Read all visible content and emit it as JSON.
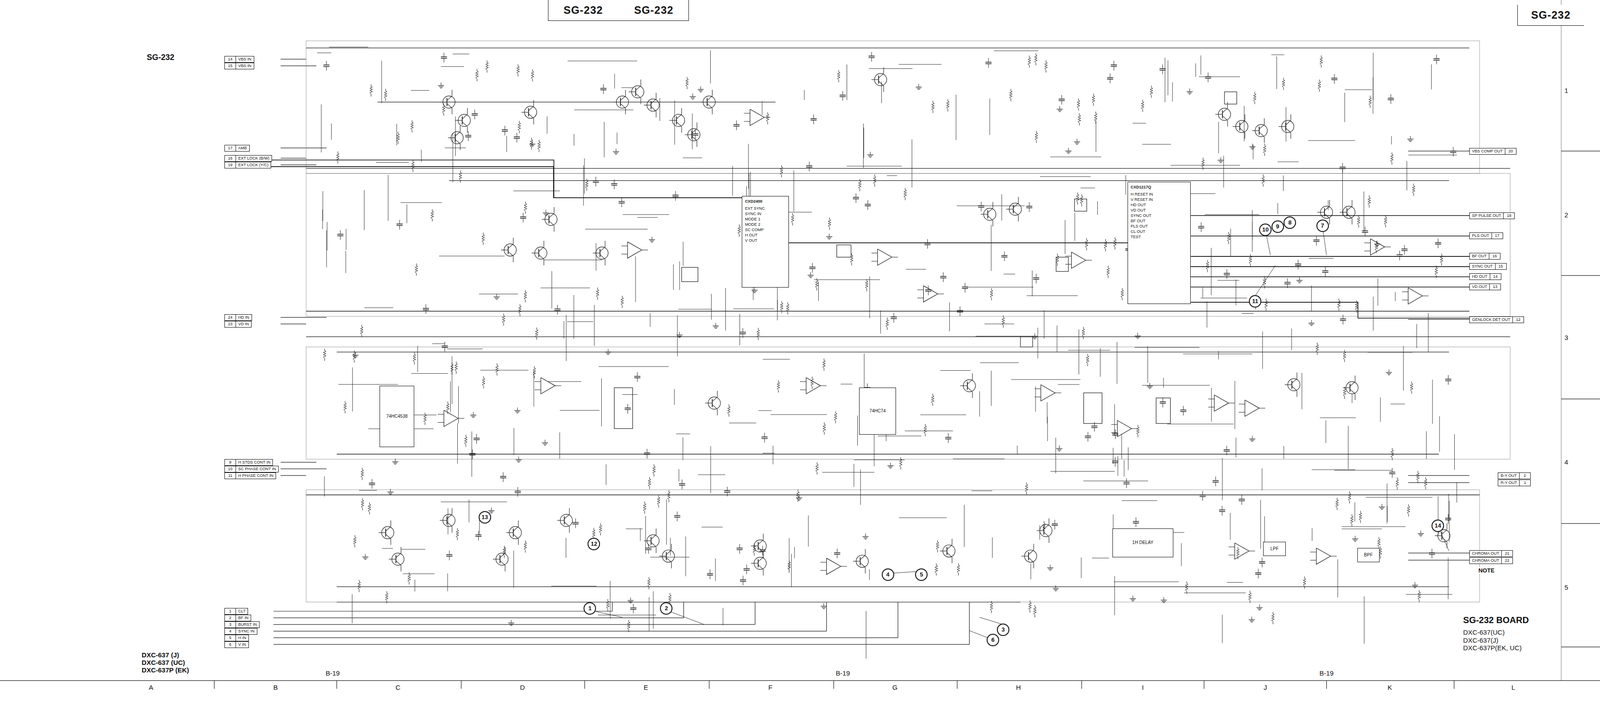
{
  "diagram": {
    "nodes": [
      {
        "text": [
          "SG-232",
          "SG-232"
        ]
      },
      {
        "text": [
          "SG-232"
        ]
      },
      {
        "text": [
          "14",
          "VBS IN"
        ]
      },
      {
        "text": [
          "15",
          "VBS IN"
        ]
      },
      {
        "text": [
          "17",
          "AMB"
        ]
      },
      {
        "text": [
          "16",
          "EXT LOCK (B/W)"
        ]
      },
      {
        "text": [
          "19",
          "EXT LOCK (Y/C)"
        ]
      },
      {
        "text": [
          "24",
          "HD IN"
        ]
      },
      {
        "text": [
          "23",
          "VD IN"
        ]
      },
      {
        "text": [
          "9",
          "H STDS CONT IN"
        ]
      },
      {
        "text": [
          "10",
          "SC PHASE CONT IN"
        ]
      },
      {
        "text": [
          "11",
          "H PHASE CONT IN"
        ]
      },
      {
        "text": [
          "1",
          "CLT"
        ]
      },
      {
        "text": [
          "2",
          "BF IN"
        ]
      },
      {
        "text": [
          "3",
          "BURST IN"
        ]
      },
      {
        "text": [
          "4",
          "SYNC IN"
        ]
      },
      {
        "text": [
          "5",
          "H IN"
        ]
      },
      {
        "text": [
          "6",
          "V IN"
        ]
      },
      {
        "text": [
          "VBS COMP OUT",
          "20"
        ]
      },
      {
        "text": [
          "SP PULSE OUT",
          "18"
        ]
      },
      {
        "text": [
          "PLS OUT",
          "17"
        ]
      },
      {
        "text": [
          "BF OUT",
          "16"
        ]
      },
      {
        "text": [
          "SYNC OUT",
          "15"
        ]
      },
      {
        "text": [
          "HD OUT",
          "14"
        ]
      },
      {
        "text": [
          "VD OUT",
          "13"
        ]
      },
      {
        "text": [
          "GENLOCK DET OUT",
          "12"
        ]
      },
      {
        "text": [
          "B-Y OUT",
          "2"
        ]
      },
      {
        "text": [
          "R-Y OUT",
          "1"
        ]
      },
      {
        "text": [
          "CHROMA OUT",
          "21"
        ]
      },
      {
        "text": [
          "CHROMA OUT",
          "22"
        ]
      },
      {
        "text": [
          "CXD1217Q",
          "H RESET IN",
          "V RESET IN",
          "HD OUT",
          "VD OUT",
          "SYNC OUT",
          "BF OUT",
          "PLS OUT",
          "CL OUT",
          "TEST"
        ]
      },
      {
        "text": [
          "CXD2400",
          "EXT SYNC",
          "SYNC IN",
          "MODE 1",
          "MODE 2",
          "SC COMP",
          "H OUT",
          "V OUT"
        ]
      },
      {
        "text": [
          "74HC4538"
        ]
      },
      {
        "text": [
          "74HC74"
        ]
      },
      {
        "text": [
          "1H DELAY"
        ]
      },
      {
        "text": [
          "LPF"
        ]
      },
      {
        "text": [
          "BPF"
        ]
      },
      {
        "text": [
          "1"
        ]
      },
      {
        "text": [
          "2"
        ]
      },
      {
        "text": [
          "3"
        ]
      },
      {
        "text": [
          "4"
        ]
      },
      {
        "text": [
          "5"
        ]
      },
      {
        "text": [
          "6"
        ]
      },
      {
        "text": [
          "7"
        ]
      },
      {
        "text": [
          "8"
        ]
      },
      {
        "text": [
          "9"
        ]
      },
      {
        "text": [
          "10"
        ]
      },
      {
        "text": [
          "11"
        ]
      },
      {
        "text": [
          "12"
        ]
      },
      {
        "text": [
          "13"
        ]
      },
      {
        "text": [
          "14"
        ]
      }
    ],
    "edges": [
      {
        "from": 5,
        "to": 31,
        "arrow": "none"
      },
      {
        "from": 6,
        "to": 31,
        "arrow": "none"
      },
      {
        "from": 31,
        "to": 30,
        "arrow": "none"
      },
      {
        "from": 30,
        "to": 19,
        "arrow": "none"
      },
      {
        "from": 30,
        "to": 20,
        "arrow": "none"
      },
      {
        "from": 30,
        "to": 21,
        "arrow": "none"
      },
      {
        "from": 30,
        "to": 22,
        "arrow": "none"
      },
      {
        "from": 30,
        "to": 23,
        "arrow": "none"
      },
      {
        "from": 30,
        "to": 24,
        "arrow": "none"
      },
      {
        "from": 30,
        "to": 25,
        "arrow": "none"
      }
    ],
    "labels": [
      "SG-232",
      "B-19",
      "B-19",
      "B-19",
      "A",
      "B",
      "C",
      "D",
      "E",
      "F",
      "G",
      "H",
      "I",
      "J",
      "K",
      "L",
      "1",
      "2",
      "3",
      "4",
      "5",
      "DXC-637 (J)",
      "DXC-637 (UC)",
      "DXC-637P (EK)",
      "SG-232 BOARD",
      "DXC-637(UC)",
      "DXC-637(J)",
      "DXC-637P(EK, UC)",
      "NOTE"
    ]
  }
}
